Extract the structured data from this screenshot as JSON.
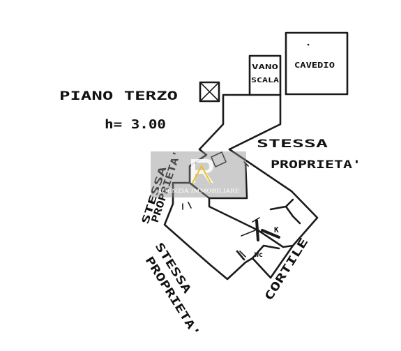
{
  "floor_label": "PIANO TERZO",
  "height_label": "h= 3.00",
  "stair_label_line1": "VANO",
  "stair_label_line2": "SCALA",
  "courtyard_shaft_label": "CAVEDIO",
  "neighbor_right_line1": "STESSA",
  "neighbor_right_line2": "PROPRIETA'",
  "neighbor_left_line1": "STESSA",
  "neighbor_left_line2": "PROPRIETA'",
  "neighbor_bottom_line1": "STESSA",
  "neighbor_bottom_line2": "PROPRIETA'",
  "courtyard_label": "CORTILE",
  "kitchen_label": "K",
  "wc_label": "Wc",
  "watermark": {
    "text": "AGENZIA IMMOBILIARE"
  }
}
